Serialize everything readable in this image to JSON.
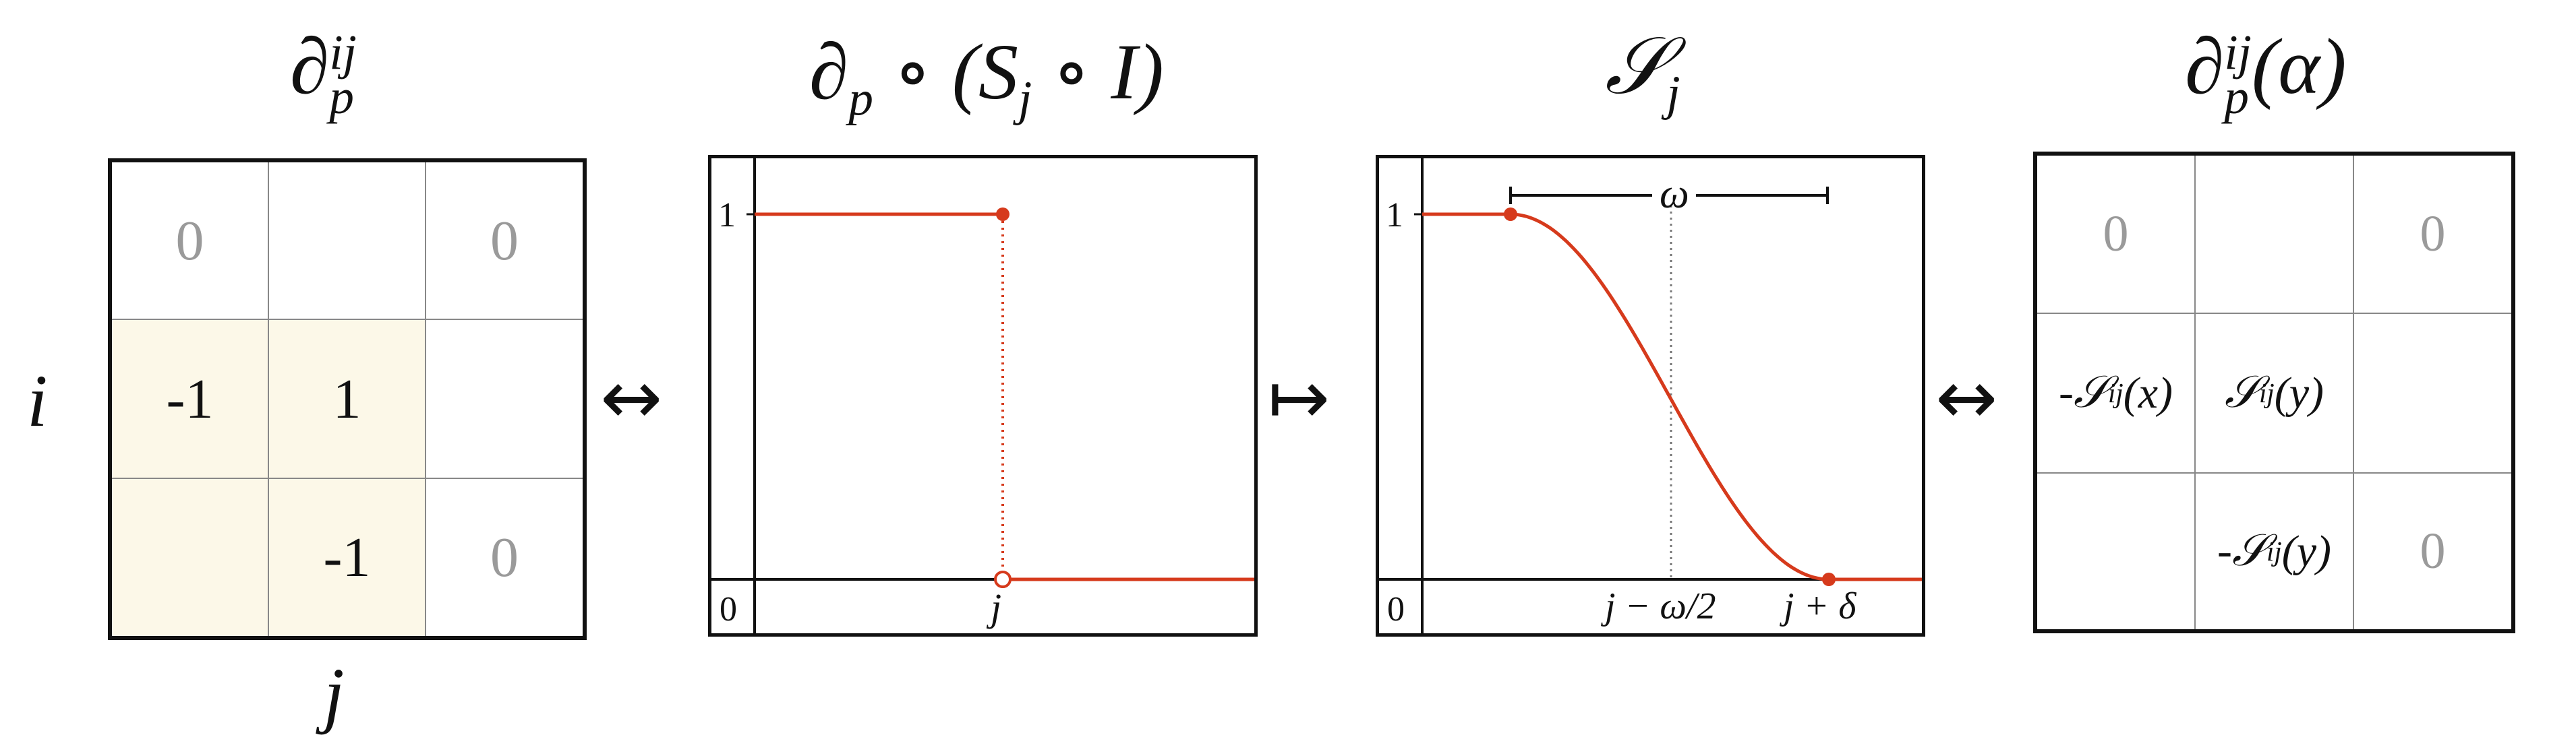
{
  "panel1": {
    "title_base": "∂",
    "title_sup": "ij",
    "title_sub": "p",
    "row_label": "i",
    "col_label": "j",
    "cells": [
      [
        "0",
        "",
        "0"
      ],
      [
        "-1",
        "1",
        ""
      ],
      [
        "",
        "-1",
        "0"
      ]
    ]
  },
  "arrow1": "↔",
  "panel2": {
    "title": "∂",
    "title_sub": "p",
    "title_rest": " ∘ (S",
    "title_sub2": "j",
    "title_end": " ∘ I)",
    "y_one": "1",
    "y_zero": "0",
    "x_tick": "j"
  },
  "arrow2": "↦",
  "panel3": {
    "title": "𝒮",
    "title_sub": "j",
    "y_one": "1",
    "y_zero": "0",
    "omega": "ω",
    "x_tick1": "j − ω/2",
    "x_tick2": "j + δ"
  },
  "arrow3": "↔",
  "panel4": {
    "title_base": "∂",
    "title_sup": "ij",
    "title_sub": "p",
    "title_arg": "(α)",
    "cells": [
      [
        "0",
        "",
        "0"
      ],
      [
        "-𝒮",
        "𝒮",
        ""
      ],
      [
        "",
        "-𝒮",
        "0"
      ]
    ],
    "cell_subs": [
      [
        "",
        "",
        ""
      ],
      [
        "ij",
        "ij",
        ""
      ],
      [
        "",
        "ij",
        ""
      ]
    ],
    "cell_args": [
      [
        "",
        "",
        ""
      ],
      [
        "(x)",
        "(y)",
        ""
      ],
      [
        "",
        "(y)",
        ""
      ]
    ]
  },
  "colors": {
    "curve": "#d63a1c",
    "grid": "#888888",
    "highlight": "#fcf8e8"
  }
}
